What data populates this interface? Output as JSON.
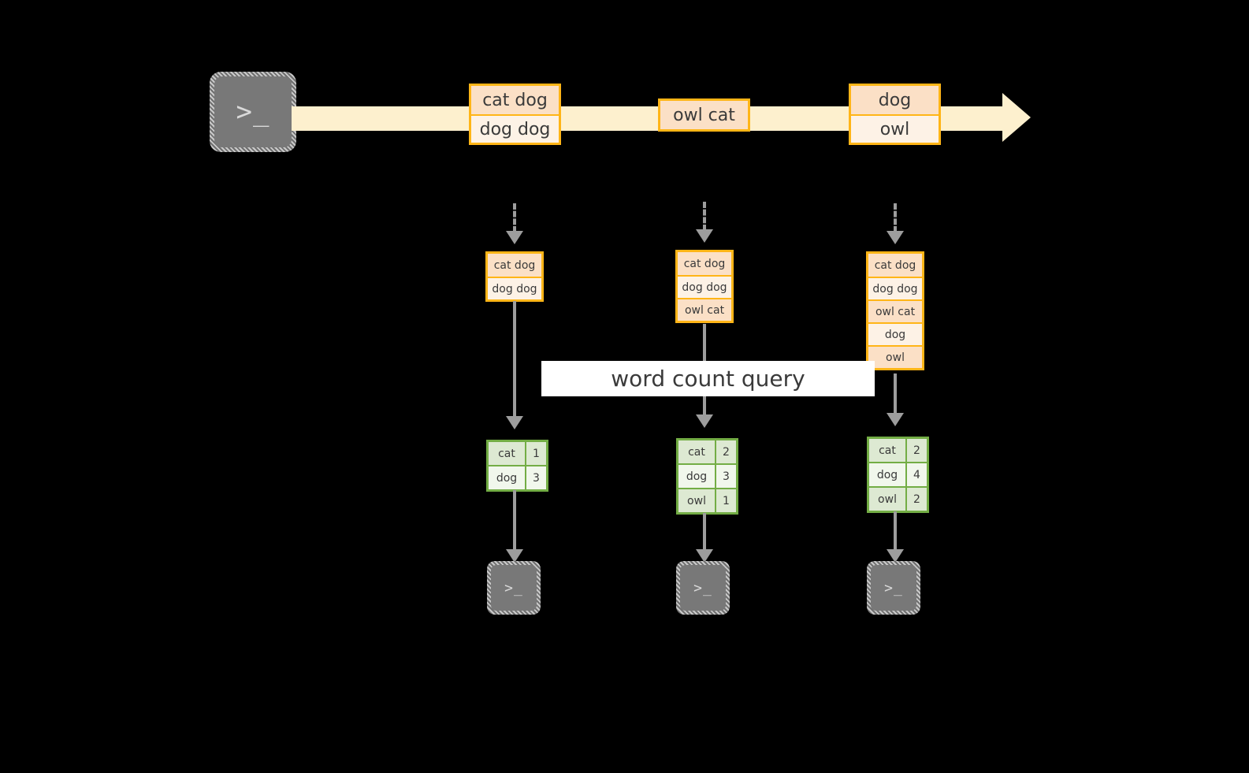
{
  "diagram": {
    "title": "word count query",
    "colors": {
      "background": "#000000",
      "stream_band": "#fdf0ce",
      "message_border": "#ffb517",
      "message_fill_dark": "#fbe0c6",
      "message_fill_light": "#fdf2e6",
      "table_border": "#73ad45",
      "table_fill_dark": "#dde9d2",
      "table_fill_light": "#f1f7ec",
      "connector": "#9d9d9d",
      "terminal_body": "#787878",
      "label_background": "#ffffff"
    }
  },
  "producer": {
    "icon": "terminal-icon",
    "glyphs": ">_"
  },
  "stream": {
    "messages": [
      {
        "id": "m1",
        "lines": [
          "cat dog",
          "dog dog"
        ]
      },
      {
        "id": "m2",
        "lines": [
          "owl cat"
        ]
      },
      {
        "id": "m3",
        "lines": [
          "dog",
          "owl"
        ]
      }
    ]
  },
  "snapshots": [
    {
      "id": "t1",
      "log": [
        "cat dog",
        "dog dog"
      ],
      "result": {
        "rows": [
          {
            "word": "cat",
            "count": "1"
          },
          {
            "word": "dog",
            "count": "3"
          }
        ]
      },
      "consumer": {
        "icon": "terminal-icon",
        "glyphs": ">_"
      }
    },
    {
      "id": "t2",
      "log": [
        "cat dog",
        "dog dog",
        "owl cat"
      ],
      "result": {
        "rows": [
          {
            "word": "cat",
            "count": "2"
          },
          {
            "word": "dog",
            "count": "3"
          },
          {
            "word": "owl",
            "count": "1"
          }
        ]
      },
      "consumer": {
        "icon": "terminal-icon",
        "glyphs": ">_"
      }
    },
    {
      "id": "t3",
      "log": [
        "cat dog",
        "dog dog",
        "owl cat",
        "dog",
        "owl"
      ],
      "result": {
        "rows": [
          {
            "word": "cat",
            "count": "2"
          },
          {
            "word": "dog",
            "count": "4"
          },
          {
            "word": "owl",
            "count": "2"
          }
        ]
      },
      "consumer": {
        "icon": "terminal-icon",
        "glyphs": ">_"
      }
    }
  ]
}
